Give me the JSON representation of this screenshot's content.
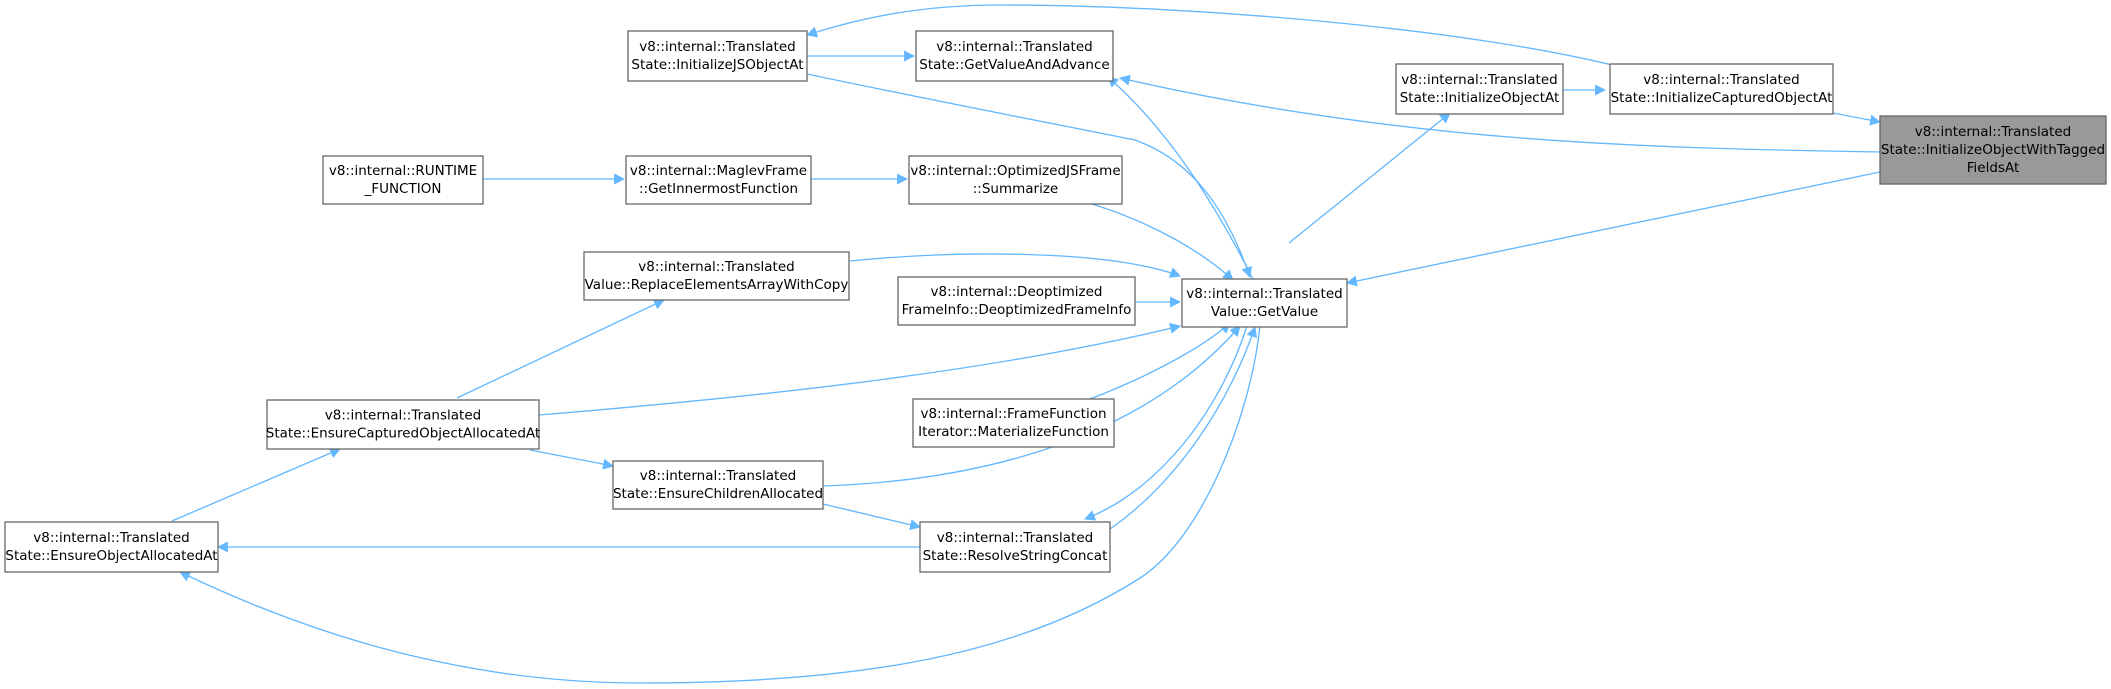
{
  "graph": {
    "edge_color": "#63b8ff",
    "node_border_color": "#666666",
    "focus_fill_color": "#999999",
    "nodes": [
      {
        "id": "focus",
        "lines": [
          "v8::internal::Translated",
          "State::InitializeObjectWithTagged",
          "FieldsAt"
        ]
      },
      {
        "id": "init-captured",
        "lines": [
          "v8::internal::Translated",
          "State::InitializeCapturedObjectAt"
        ]
      },
      {
        "id": "init-object",
        "lines": [
          "v8::internal::Translated",
          "State::InitializeObjectAt"
        ]
      },
      {
        "id": "get-value-advance",
        "lines": [
          "v8::internal::Translated",
          "State::GetValueAndAdvance"
        ]
      },
      {
        "id": "init-js-object",
        "lines": [
          "v8::internal::Translated",
          "State::InitializeJSObjectAt"
        ]
      },
      {
        "id": "runtime-function",
        "lines": [
          "v8::internal::RUNTIME",
          "_FUNCTION"
        ]
      },
      {
        "id": "maglev-frame",
        "lines": [
          "v8::internal::MaglevFrame",
          "::GetInnermostFunction"
        ]
      },
      {
        "id": "optimized-js-frame",
        "lines": [
          "v8::internal::OptimizedJSFrame",
          "::Summarize"
        ]
      },
      {
        "id": "replace-elements",
        "lines": [
          "v8::internal::Translated",
          "Value::ReplaceElementsArrayWithCopy"
        ]
      },
      {
        "id": "deoptimized-frame",
        "lines": [
          "v8::internal::Deoptimized",
          "FrameInfo::DeoptimizedFrameInfo"
        ]
      },
      {
        "id": "get-value",
        "lines": [
          "v8::internal::Translated",
          "Value::GetValue"
        ]
      },
      {
        "id": "frame-function-iterator",
        "lines": [
          "v8::internal::FrameFunction",
          "Iterator::MaterializeFunction"
        ]
      },
      {
        "id": "ensure-captured",
        "lines": [
          "v8::internal::Translated",
          "State::EnsureCapturedObjectAllocatedAt"
        ]
      },
      {
        "id": "ensure-children",
        "lines": [
          "v8::internal::Translated",
          "State::EnsureChildrenAllocated"
        ]
      },
      {
        "id": "ensure-object",
        "lines": [
          "v8::internal::Translated",
          "State::EnsureObjectAllocatedAt"
        ]
      },
      {
        "id": "resolve-string",
        "lines": [
          "v8::internal::Translated",
          "State::ResolveStringConcat"
        ]
      }
    ]
  }
}
